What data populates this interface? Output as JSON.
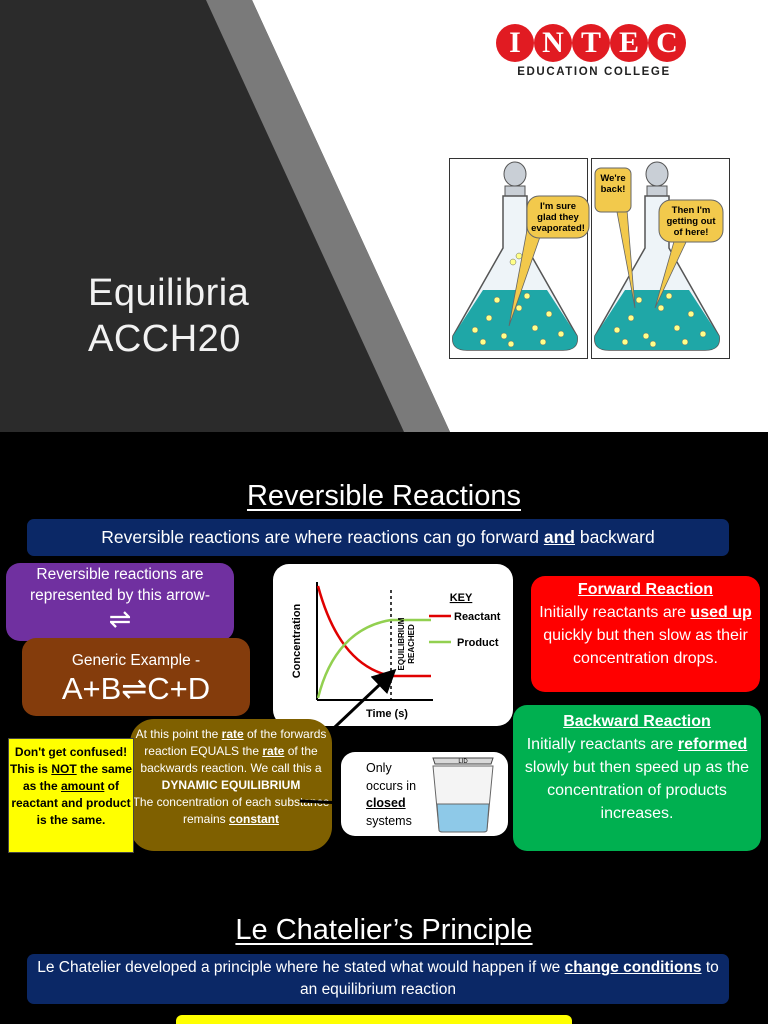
{
  "slide1": {
    "title_line1": "Equilibria",
    "title_line2": "ACCH20",
    "logo": {
      "letters": [
        "I",
        "N",
        "T",
        "E",
        "C"
      ],
      "subtitle": "EDUCATION COLLEGE",
      "brand_color": "#e11b22"
    },
    "cartoon": {
      "bubble_left": "I'm sure glad they evaporated!",
      "bubble_right_top": "We're back!",
      "bubble_right_bottom": "Then I'm getting out of here!"
    }
  },
  "slide2": {
    "title": "Reversible Reactions",
    "intro": {
      "before": "Reversible reactions are where reactions can go forward ",
      "bold": "and",
      "after": " backward"
    },
    "arrow_box": {
      "line1": "Reversible reactions are",
      "line2": "represented by this arrow-",
      "symbol": "⇌"
    },
    "generic": {
      "label": "Generic Example -",
      "equation": "A+B⇌C+D"
    },
    "graph": {
      "ylabel": "Concentration",
      "xlabel": "Time (s)",
      "key_title": "KEY",
      "legend_reactant": "Reactant",
      "legend_product": "Product",
      "marker_line1": "EQUILIBRIUM",
      "marker_line2": "REACHED",
      "reactant_color": "#e00000",
      "product_color": "#92d050"
    },
    "note": {
      "p1": "Don't get confused!",
      "p2": "This is ",
      "not": "NOT",
      "p3": " the same as the ",
      "amount": "amount",
      "p4": " of reactant and product is the same."
    },
    "rate_box": {
      "t1": "At this point the ",
      "rate1": "rate",
      "t2": " of the forwards reaction EQUALS the ",
      "rate2": "rate",
      "t3": " of the backwards reaction. We call this a ",
      "dyn": "DYNAMIC EQUILIBRIUM",
      "t4": " The concentration of each substance remains ",
      "constant": "constant"
    },
    "closed": {
      "l1": "Only",
      "l2": "occurs in",
      "closed": "closed",
      "l4": "systems",
      "lid_label": "LID"
    },
    "forward": {
      "title": "Forward Reaction",
      "t1": "Initially reactants are ",
      "used_up": "used up",
      "t2": " quickly but then slow as their concentration drops."
    },
    "backward": {
      "title": "Backward Reaction",
      "t1": "Initially reactants are ",
      "reformed": "reformed",
      "t2": " slowly but then speed up as the concentration of products increases."
    }
  },
  "slide3": {
    "title": "Le Chatelier’s Principle",
    "intro": {
      "before": "Le Chatelier developed a principle where he stated what would happen if we ",
      "bold": "change conditions",
      "after": " to an equilibrium reaction"
    }
  }
}
